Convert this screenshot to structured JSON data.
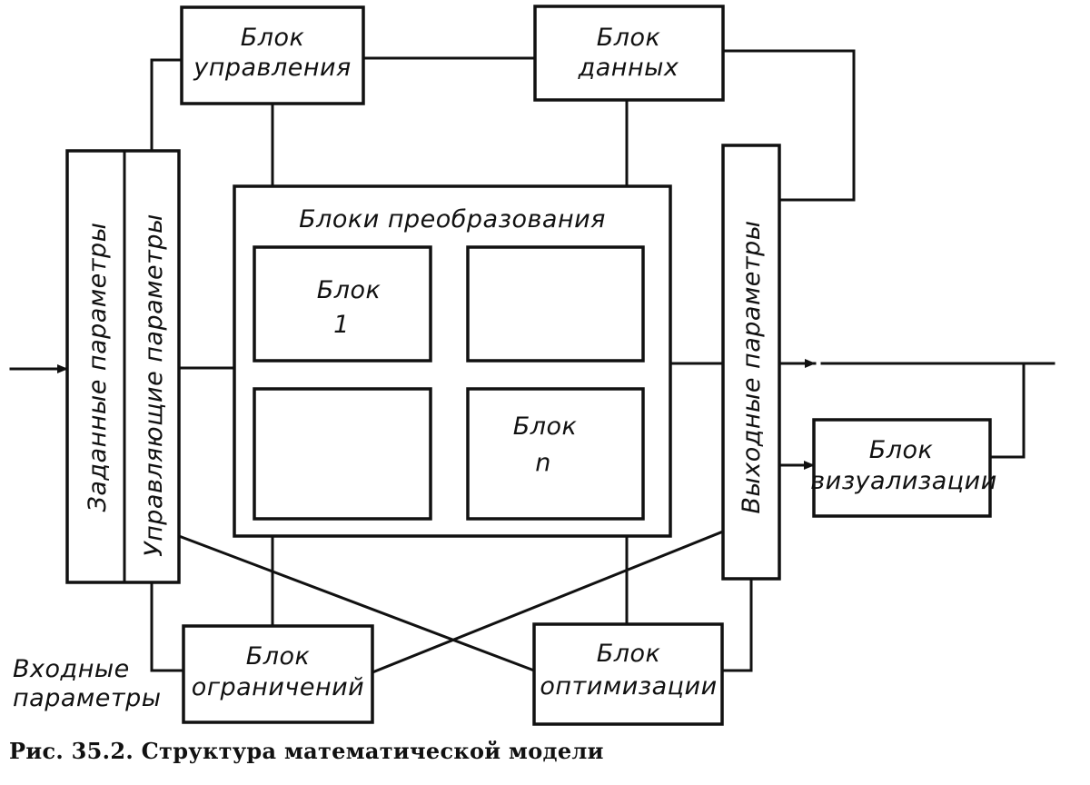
{
  "diagram": {
    "control_block": [
      "Блок",
      "управления"
    ],
    "data_block": [
      "Блок",
      "данных"
    ],
    "transform_group_title": "Блоки преобразования",
    "block_1": [
      "Блок",
      "1"
    ],
    "block_n": [
      "Блок",
      "n"
    ],
    "given_params": "Заданные параметры",
    "control_params": "Управляющие параметры",
    "output_params": "Выходные параметры",
    "visualization_block": [
      "Блок",
      "визуализации"
    ],
    "constraints_block": [
      "Блок",
      "ограничений"
    ],
    "optimization_block": [
      "Блок",
      "оптимизации"
    ],
    "input_params": [
      "Входные",
      "параметры"
    ]
  },
  "caption": "Рис. 35.2. Структура математической модели"
}
